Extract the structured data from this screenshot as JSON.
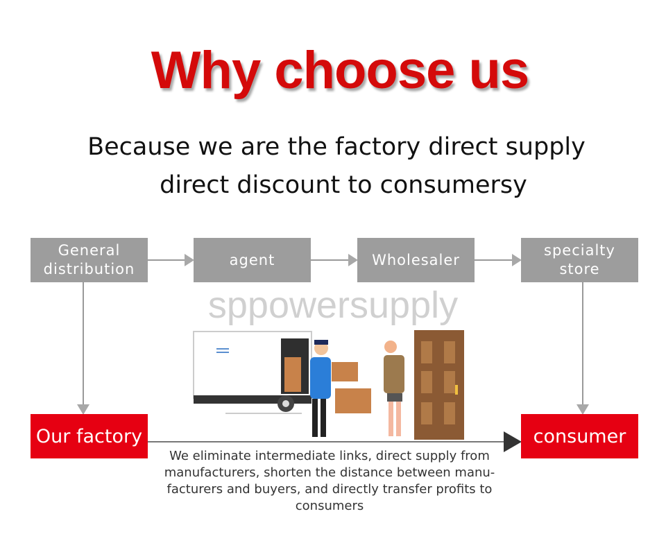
{
  "title": "Why choose us",
  "subtitle": {
    "line1": "Because we are the factory direct supply",
    "line2": "direct discount to consumersy"
  },
  "flow": {
    "steps": [
      "General distribution",
      "agent",
      "Wholesaler",
      "specialty store"
    ]
  },
  "endpoints": {
    "source": "Our factory",
    "target": "consumer"
  },
  "watermark": "sppowersupply",
  "description": "We eliminate intermediate links, direct supply from manufacturers, shorten the distance between manu-facturers and buyers, and directly transfer profits to consumers",
  "colors": {
    "accent": "#e60012",
    "box": "#9d9d9d",
    "title": "#d40a0a"
  }
}
